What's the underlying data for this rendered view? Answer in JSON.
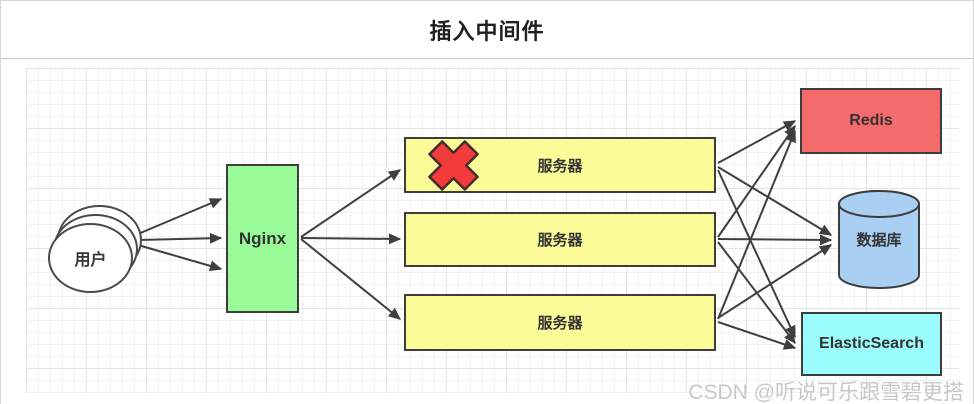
{
  "header": {
    "title": "插入中间件"
  },
  "diagram": {
    "nodes": {
      "user": {
        "label": "用户",
        "shape": "stacked-circles",
        "fill": "#ffffff"
      },
      "nginx": {
        "label": "Nginx",
        "shape": "rect",
        "fill": "#98fb98"
      },
      "servers": [
        {
          "label": "服务器",
          "shape": "rect",
          "fill": "#fbfb98",
          "status": "failed",
          "badge": "red-x"
        },
        {
          "label": "服务器",
          "shape": "rect",
          "fill": "#fbfb98",
          "status": "ok"
        },
        {
          "label": "服务器",
          "shape": "rect",
          "fill": "#fbfb98",
          "status": "ok"
        }
      ],
      "redis": {
        "label": "Redis",
        "shape": "rect",
        "fill": "#f56b6b"
      },
      "database": {
        "label": "数据库",
        "shape": "cylinder",
        "fill": "#a9cff2"
      },
      "elasticsearch": {
        "label": "ElasticSearch",
        "shape": "rect",
        "fill": "#9afcfc"
      }
    },
    "edges": [
      {
        "from": "user",
        "to": "nginx"
      },
      {
        "from": "user",
        "to": "nginx"
      },
      {
        "from": "user",
        "to": "nginx"
      },
      {
        "from": "nginx",
        "to": "server-1"
      },
      {
        "from": "nginx",
        "to": "server-2"
      },
      {
        "from": "nginx",
        "to": "server-3"
      },
      {
        "from": "server-1",
        "to": "redis"
      },
      {
        "from": "server-1",
        "to": "database"
      },
      {
        "from": "server-1",
        "to": "elasticsearch"
      },
      {
        "from": "server-2",
        "to": "redis"
      },
      {
        "from": "server-2",
        "to": "database"
      },
      {
        "from": "server-2",
        "to": "elasticsearch"
      },
      {
        "from": "server-3",
        "to": "redis"
      },
      {
        "from": "server-3",
        "to": "database"
      },
      {
        "from": "server-3",
        "to": "elasticsearch"
      }
    ],
    "colors": {
      "edge_stroke": "#3f3f3f",
      "node_border": "#3d3d3d",
      "failed_x_fill": "#f23b3b",
      "failed_x_outline": "#4a2b2b",
      "grid_minor": "#f2f2f2",
      "grid_major": "#e4e4e4"
    }
  },
  "watermark": {
    "text": "CSDN @听说可乐跟雪碧更搭"
  }
}
